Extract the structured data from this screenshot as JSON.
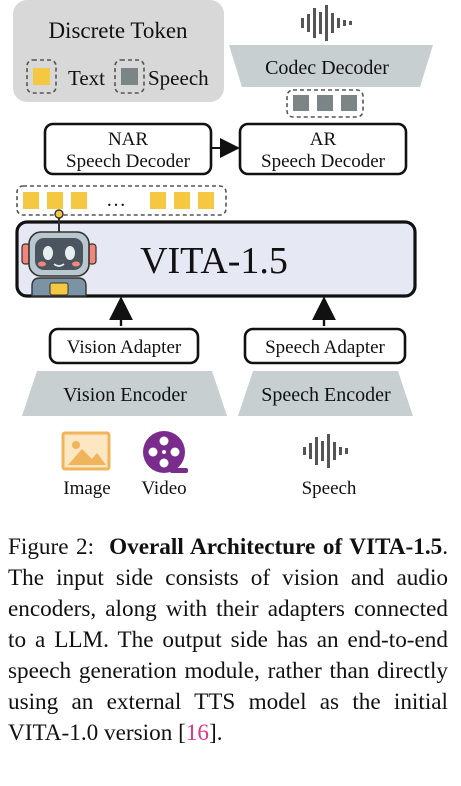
{
  "legend": {
    "title": "Discrete Token",
    "text_label": "Text",
    "speech_label": "Speech"
  },
  "blocks": {
    "codec_decoder": "Codec Decoder",
    "nar_decoder_line1": "NAR",
    "nar_decoder_line2": "Speech Decoder",
    "ar_decoder_line1": "AR",
    "ar_decoder_line2": "Speech Decoder",
    "token_ellipsis": "…",
    "llm": "VITA-1.5",
    "vision_adapter": "Vision Adapter",
    "speech_adapter": "Speech Adapter",
    "vision_encoder": "Vision Encoder",
    "speech_encoder": "Speech Encoder"
  },
  "inputs": {
    "image": "Image",
    "video": "Video",
    "speech": "Speech"
  },
  "colors": {
    "text_token": "#f5c842",
    "speech_token": "#7b8585",
    "encoder_fill": "#c7cfd1",
    "llm_fill": "#e6e8f3",
    "legend_fill": "#d8d8d8",
    "image_icon": "#f0b45a",
    "video_icon": "#7a2c8c",
    "citation": "#e0348a"
  },
  "caption": {
    "label": "Figure 2:",
    "title": "Overall Architecture of VITA-1.5",
    "body": ". The input side consists of vision and audio encoders, along with their adapters connected to a LLM. The output side has an end-to-end speech generation module, rather than directly using an external TTS model as the initial VITA-1.0 version [",
    "ref": "16",
    "end": "]."
  }
}
